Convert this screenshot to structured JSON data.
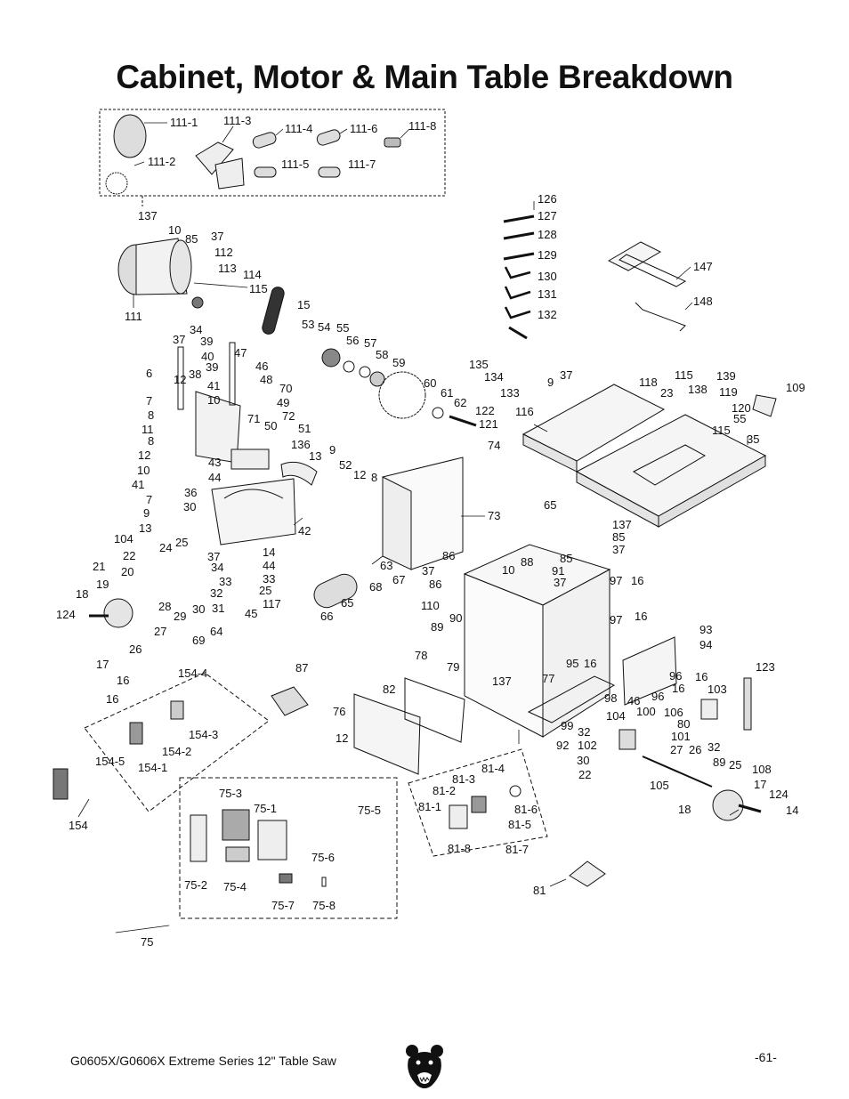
{
  "title": "Cabinet, Motor & Main Table Breakdown",
  "footer": {
    "model": "G0605X/G0606X Extreme Series 12\" Table Saw",
    "page": "-61-"
  },
  "brand": {
    "logo_icon": "bear-head-icon"
  },
  "part_labels": [
    "111-1",
    "111-3",
    "111-4",
    "111-6",
    "111-8",
    "111-2",
    "111-5",
    "111-7",
    "126",
    "127",
    "128",
    "129",
    "130",
    "131",
    "132",
    "147",
    "148",
    "137",
    "10",
    "85",
    "37",
    "112",
    "113",
    "114",
    "115",
    "111",
    "15",
    "53",
    "54",
    "55",
    "56",
    "57",
    "58",
    "59",
    "60",
    "61",
    "62",
    "135",
    "134",
    "133",
    "122",
    "121",
    "37",
    "34",
    "39",
    "40",
    "39",
    "47",
    "46",
    "48",
    "70",
    "49",
    "72",
    "71",
    "50",
    "51",
    "136",
    "9",
    "13",
    "6",
    "12",
    "38",
    "41",
    "10",
    "7",
    "8",
    "11",
    "8",
    "12",
    "10",
    "41",
    "43",
    "44",
    "9",
    "37",
    "118",
    "23",
    "115",
    "139",
    "138",
    "119",
    "109",
    "120",
    "55",
    "115",
    "116",
    "35",
    "74",
    "52",
    "12",
    "8",
    "7",
    "36",
    "30",
    "9",
    "13",
    "42",
    "73",
    "104",
    "24",
    "25",
    "37",
    "22",
    "34",
    "21",
    "20",
    "19",
    "18",
    "124",
    "28",
    "29",
    "30",
    "32",
    "33",
    "31",
    "27",
    "26",
    "17",
    "14",
    "44",
    "33",
    "25",
    "117",
    "45",
    "64",
    "69",
    "63",
    "67",
    "68",
    "65",
    "66",
    "65",
    "137",
    "85",
    "37",
    "86",
    "85",
    "37",
    "10",
    "88",
    "91",
    "37",
    "86",
    "110",
    "90",
    "89",
    "97",
    "16",
    "97",
    "16",
    "93",
    "94",
    "95",
    "16",
    "96",
    "16",
    "96",
    "16",
    "103",
    "123",
    "78",
    "79",
    "82",
    "76",
    "12",
    "137",
    "77",
    "92",
    "98",
    "46",
    "100",
    "106",
    "80",
    "101",
    "99",
    "104",
    "32",
    "102",
    "30",
    "22",
    "27",
    "26",
    "32",
    "89",
    "25",
    "108",
    "17",
    "124",
    "105",
    "18",
    "14",
    "154-4",
    "16",
    "16",
    "154-3",
    "154-2",
    "154-5",
    "154-1",
    "154",
    "87",
    "75-3",
    "75-1",
    "75-5",
    "75-2",
    "75-4",
    "75-6",
    "75-7",
    "75-8",
    "75",
    "81-4",
    "81-3",
    "81-2",
    "81-1",
    "81-6",
    "81-5",
    "81-8",
    "81-7",
    "81"
  ]
}
